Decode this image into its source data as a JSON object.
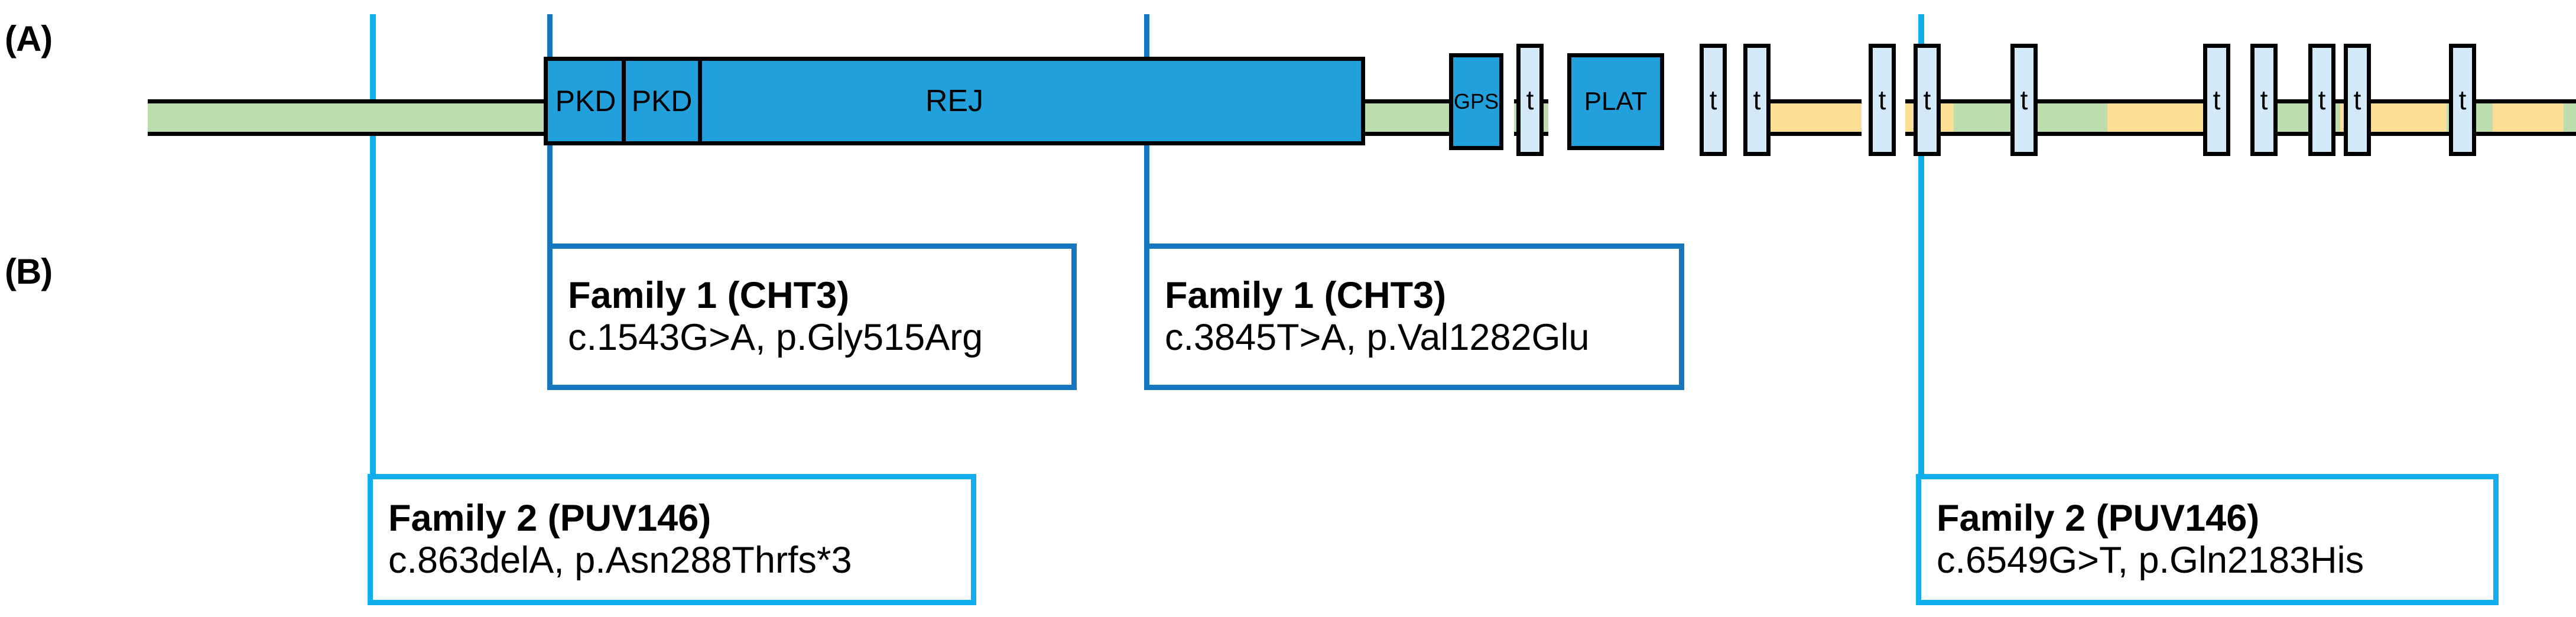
{
  "figure": {
    "panels": [
      {
        "id": "A",
        "label": "(A)"
      },
      {
        "id": "B",
        "label": "(B)"
      }
    ]
  },
  "protein_diagram": {
    "domains": [
      {
        "name": "PKD",
        "label": "PKD",
        "type": "blue"
      },
      {
        "name": "PKD",
        "label": "PKD",
        "type": "blue"
      },
      {
        "name": "REJ",
        "label": "REJ",
        "type": "blue"
      },
      {
        "name": "GPS",
        "label": "GPS",
        "type": "blue"
      },
      {
        "name": "PLAT",
        "label": "PLAT",
        "type": "blue"
      }
    ],
    "transmembrane_label": "t",
    "transmembrane_count": 11,
    "colors": {
      "domain_blue": "#21A0DB",
      "transmembrane_blue": "#D4E9F7",
      "backbone_green": "#BEDDAE",
      "backbone_yellow": "#FCDF94",
      "outline": "#000000",
      "connector_dark": "#1577C0",
      "connector_light": "#11ADEC"
    }
  },
  "callouts": [
    {
      "id": "family1-pkd",
      "title": "Family 1 (CHT3)",
      "variant": "c.1543G>A, p.Gly515Arg",
      "border_color": "#1577C0"
    },
    {
      "id": "family1-rej",
      "title": "Family 1 (CHT3)",
      "variant": "c.3845T>A, p.Val1282Glu",
      "border_color": "#1577C0"
    },
    {
      "id": "family2-nterm",
      "title": "Family 2 (PUV146)",
      "variant": "c.863delA, p.Asn288Thrfs*3",
      "border_color": "#11ADEC"
    },
    {
      "id": "family2-cterm",
      "title": "Family 2 (PUV146)",
      "variant": "c.6549G>T, p.Gln2183His",
      "border_color": "#11ADEC"
    }
  ]
}
